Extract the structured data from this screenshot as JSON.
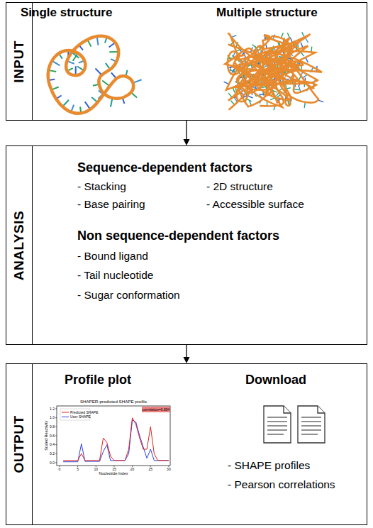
{
  "diagram": {
    "nodes": [
      {
        "text": [
          "INPUT",
          "Single structure",
          "Multiple structure"
        ]
      },
      {
        "text": [
          "ANALYSIS",
          "Sequence-dependent factors",
          "- Stacking",
          "- 2D structure",
          "- Base pairing",
          "- Accessible surface",
          "Non sequence-dependent factors",
          "- Bound ligand",
          "- Tail nucleotide",
          "- Sugar conformation"
        ]
      },
      {
        "text": [
          "OUTPUT",
          "Profile plot",
          "Download",
          "- SHAPE profiles",
          "- Pearson correlations"
        ]
      }
    ],
    "edges": [
      {
        "from": 0,
        "to": 1,
        "arrow": "to"
      },
      {
        "from": 1,
        "to": 2,
        "arrow": "to"
      }
    ],
    "labels": [
      "SHAPER-predicted SHAPE profile",
      "Predicted SHAPE",
      "User SHAPE",
      "correlation=0.894",
      "Scaled Reactivity",
      "Nucleotide Index",
      "0",
      "5",
      "10",
      "15",
      "20",
      "25",
      "30",
      "0.0",
      "0.2",
      "0.4",
      "0.6",
      "0.8",
      "1.0",
      "1.2"
    ]
  }
}
